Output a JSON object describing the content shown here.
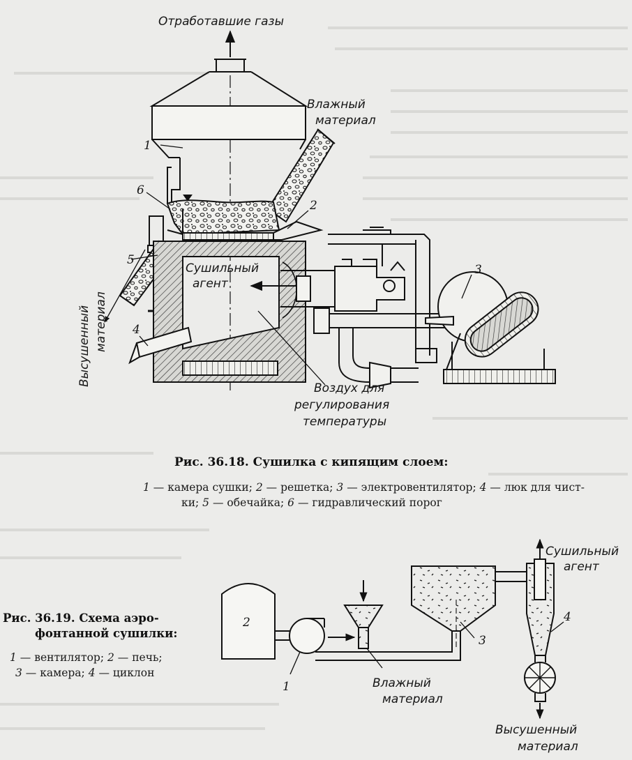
{
  "figure1": {
    "labels": {
      "exhaust": "Отработавшие газы",
      "wet_material_1": "Влажный",
      "wet_material_2": "материал",
      "drying_agent_1": "Сушильный",
      "drying_agent_2": "агент",
      "dried_material_1": "Высушенный",
      "dried_material_2": "материал",
      "air_1": "Воздух для",
      "air_2": "регулирования",
      "air_3": "температуры"
    },
    "numbers": [
      "1",
      "2",
      "3",
      "4",
      "5",
      "6"
    ],
    "caption": {
      "title": "Рис. 36.18. Сушилка с кипящим слоем:",
      "legend_line1": [
        {
          "num": "1",
          "text": " — камера сушки; "
        },
        {
          "num": "2",
          "text": " — решетка; "
        },
        {
          "num": "3",
          "text": " — электровентилятор; "
        },
        {
          "num": "4",
          "text": " — люк для чист-"
        }
      ],
      "legend_line2": [
        {
          "num": "",
          "text": "ки; "
        },
        {
          "num": "5",
          "text": " — обечайка; "
        },
        {
          "num": "6",
          "text": " — гидравлический порог"
        }
      ]
    }
  },
  "figure2": {
    "labels": {
      "drying_agent_1": "Сушильный",
      "drying_agent_2": "агент",
      "wet_material_1": "Влажный",
      "wet_material_2": "материал",
      "dried_material_1": "Высушенный",
      "dried_material_2": "материал"
    },
    "numbers": [
      "1",
      "2",
      "3",
      "4"
    ],
    "caption": {
      "title_line1": "Рис. 36.19. Схема аэро-",
      "title_line2": "фонтанной сушилки:",
      "legend_line1": [
        {
          "num": "1",
          "text": " — вентилятор; "
        },
        {
          "num": "2",
          "text": " — печь;"
        }
      ],
      "legend_line2": [
        {
          "num": "3",
          "text": " — камера; "
        },
        {
          "num": "4",
          "text": " — циклон"
        }
      ]
    }
  }
}
